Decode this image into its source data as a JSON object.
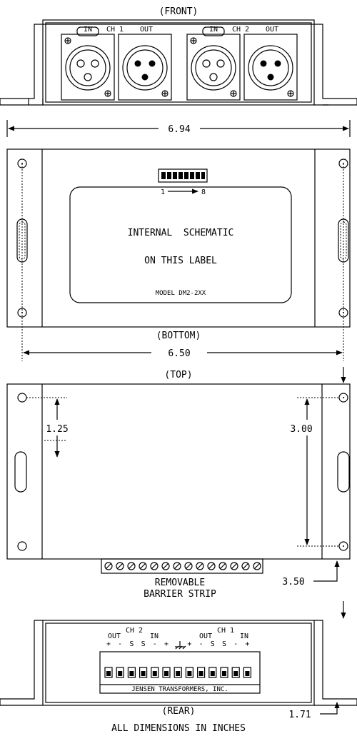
{
  "front": {
    "title": "(FRONT)",
    "ch1_in": "IN",
    "ch1_label": "CH 1",
    "ch1_out": "OUT",
    "ch2_in": "IN",
    "ch2_label": "CH 2",
    "ch2_out": "OUT"
  },
  "dim_front_width": "6.94",
  "bottom": {
    "title": "(BOTTOM)",
    "dip_range_start": "1",
    "dip_range_end": "8",
    "label_line1": "INTERNAL  SCHEMATIC",
    "label_line2": "ON THIS LABEL",
    "model": "MODEL DM2-2XX"
  },
  "dim_hole_spacing": "6.50",
  "top": {
    "title": "(TOP)",
    "dim_left": "1.25",
    "dim_right": "3.00",
    "dim_depth": "3.50",
    "barrier_line1": "REMOVABLE",
    "barrier_line2": "BARRIER STRIP"
  },
  "rear": {
    "title": "(REAR)",
    "ch2_label": "CH 2",
    "ch1_label": "CH 1",
    "ch2_out": "OUT",
    "ch2_in": "IN",
    "ch1_out": "OUT",
    "ch1_in": "IN",
    "terminal_signs": [
      "+",
      "-",
      "S",
      "S",
      "-",
      "+",
      "",
      "+",
      "-",
      "S",
      "S",
      "-",
      "+"
    ],
    "manufacturer": "JENSEN TRANSFORMERS, INC.",
    "dim_height": "1.71"
  },
  "footer": "ALL DIMENSIONS IN INCHES"
}
